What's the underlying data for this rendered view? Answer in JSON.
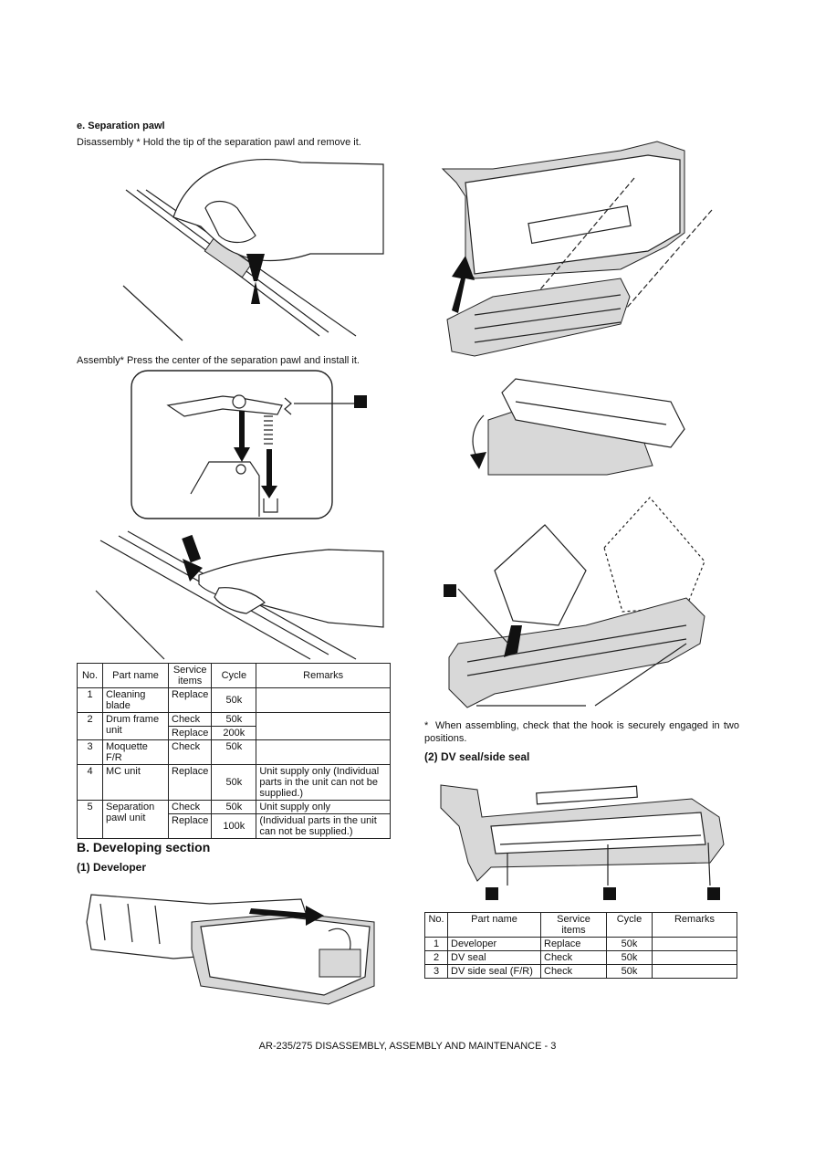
{
  "section_e": {
    "heading": "e.  Separation pawl",
    "disassembly": "Disassembly * Hold the tip of the separation pawl and remove it.",
    "assembly": "Assembly*  Press the center of the separation pawl and install it."
  },
  "table1": {
    "headers": [
      "No.",
      "Part name",
      "Service items",
      "Cycle",
      "Remarks"
    ],
    "rows": [
      {
        "no": "1",
        "part": "Cleaning blade",
        "items": [
          "Replace"
        ],
        "cycles": [
          "50k"
        ],
        "remarks": ""
      },
      {
        "no": "2",
        "part": "Drum frame unit",
        "items": [
          "Check",
          "Replace"
        ],
        "cycles": [
          "50k",
          "200k"
        ],
        "remarks": ""
      },
      {
        "no": "3",
        "part": "Moquette F/R",
        "items": [
          "Check"
        ],
        "cycles": [
          "50k"
        ],
        "remarks": ""
      },
      {
        "no": "4",
        "part": "MC unit",
        "items": [
          "Replace"
        ],
        "cycles": [
          "50k"
        ],
        "remarks": "Unit supply only (Individual parts in the unit can not be supplied.)"
      },
      {
        "no": "5",
        "part": "Separation pawl unit",
        "items": [
          "Check",
          "Replace"
        ],
        "cycles": [
          "50k",
          "100k"
        ],
        "remarks_a": "Unit supply only",
        "remarks_b": "(Individual parts in the unit can not be supplied.)"
      }
    ]
  },
  "section_b": {
    "heading": "B.  Developing section",
    "sub1": "(1)   Developer"
  },
  "right_col": {
    "note_mark": "*",
    "note": "When assembling, check that the hook is securely engaged in two positions.",
    "sub2": "(2)   DV seal/side seal"
  },
  "table2": {
    "headers": [
      "No.",
      "Part name",
      "Service items",
      "Cycle",
      "Remarks"
    ],
    "rows": [
      {
        "no": "1",
        "part": "Developer",
        "item": "Replace",
        "cycle": "50k",
        "remarks": ""
      },
      {
        "no": "2",
        "part": "DV seal",
        "item": "Check",
        "cycle": "50k",
        "remarks": ""
      },
      {
        "no": "3",
        "part": "DV side seal (F/R)",
        "item": "Check",
        "cycle": "50k",
        "remarks": ""
      }
    ]
  },
  "footer": "AR-235/275 DISASSEMBLY, ASSEMBLY AND MAINTENANCE - 3"
}
